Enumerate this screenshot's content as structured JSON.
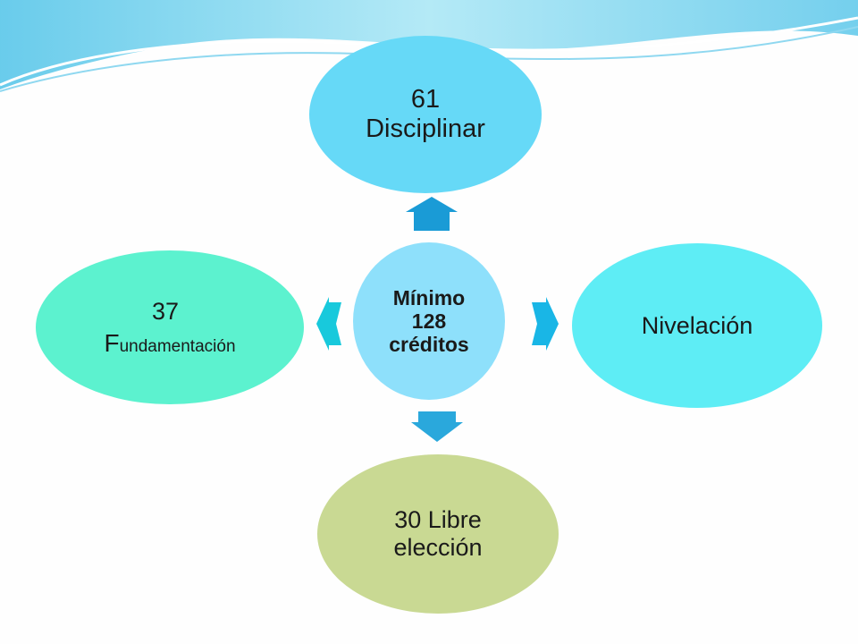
{
  "center": {
    "line1": "Mínimo",
    "line2": "128",
    "line3": "créditos"
  },
  "nodes": {
    "top": {
      "line1": "61",
      "line2": "Disciplinar"
    },
    "right": {
      "label": "Nivelación"
    },
    "bottom": {
      "line1": "30 Libre",
      "line2": "elección"
    },
    "left": {
      "number": "37",
      "cap": "F",
      "rest": "undamentación"
    }
  },
  "colors": {
    "top_node": "#66d9f7",
    "right_node": "#5eedf5",
    "bottom_node": "#c9d993",
    "left_node": "#5cf2cf",
    "center_node": "#8ee0fb",
    "arrow_up": "#1a9bd6",
    "arrow_right": "#19b6e6",
    "arrow_down": "#2aa8dc",
    "arrow_left": "#18c9dc"
  }
}
